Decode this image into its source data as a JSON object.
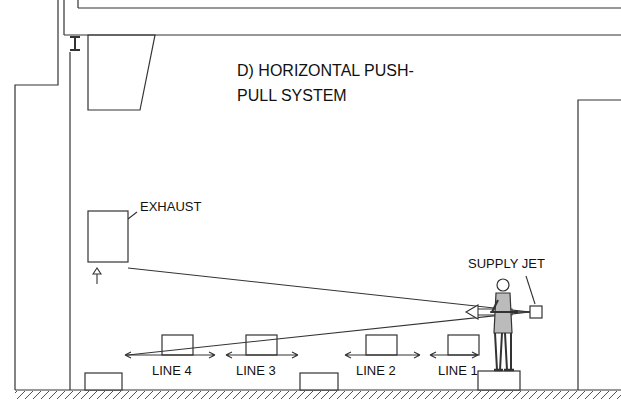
{
  "diagram": {
    "title": "D) HORIZONTAL PUSH-PULL SYSTEM",
    "labels": [
      "EXHAUST",
      "SUPPLY JET",
      "LINE 4",
      "LINE 3",
      "LINE 2",
      "LINE 1"
    ]
  }
}
